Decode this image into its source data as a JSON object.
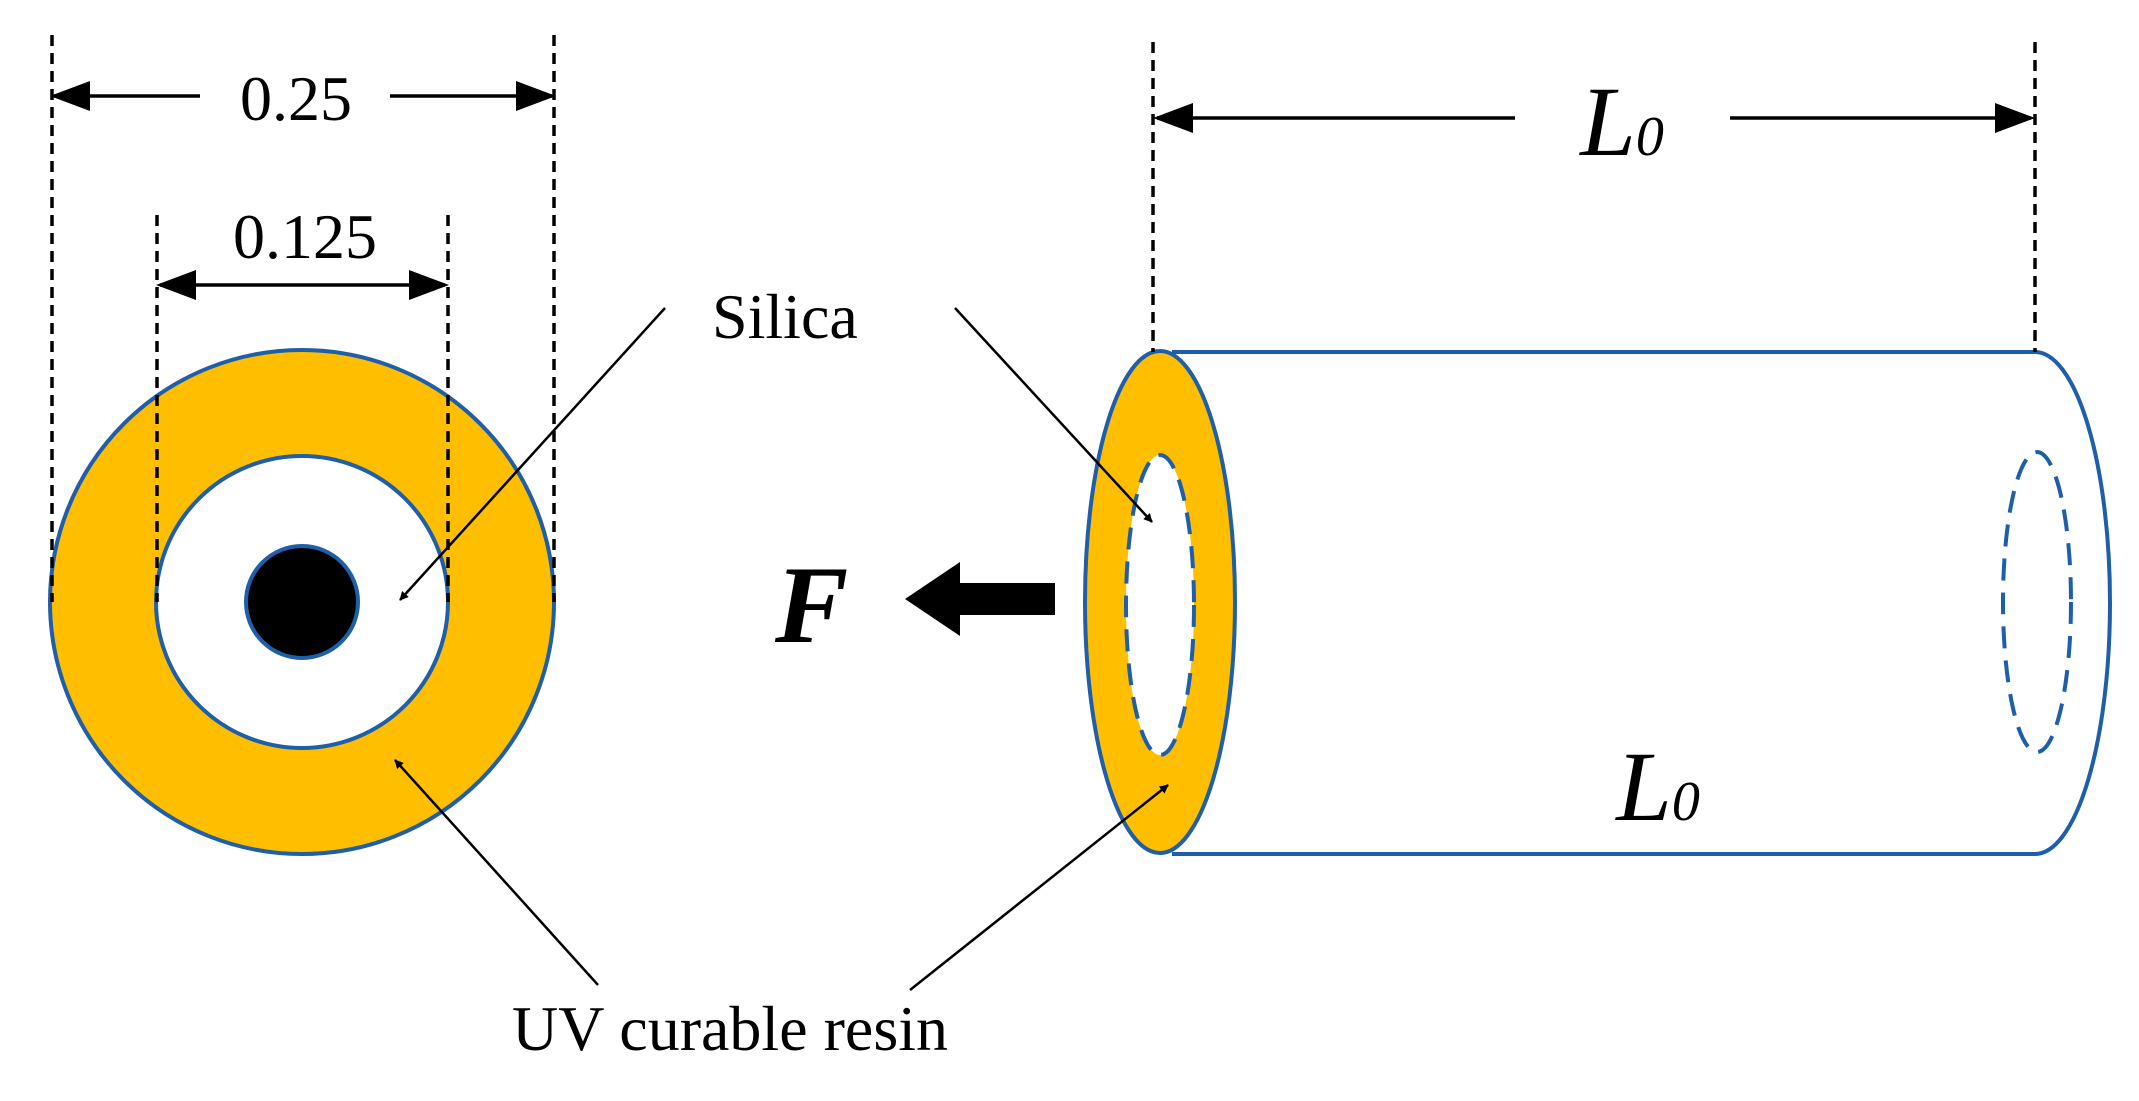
{
  "labels": {
    "outer_diameter": "0.25",
    "inner_diameter": "0.125",
    "silica": "Silica",
    "uv_resin": "UV curable resin",
    "length_top": "L0",
    "length_bottom": "L0",
    "force": "F"
  },
  "colors": {
    "resin": "#FFBF00",
    "outline": "#1F5EA8",
    "core": "#000000",
    "background": "#FFFFFF"
  }
}
